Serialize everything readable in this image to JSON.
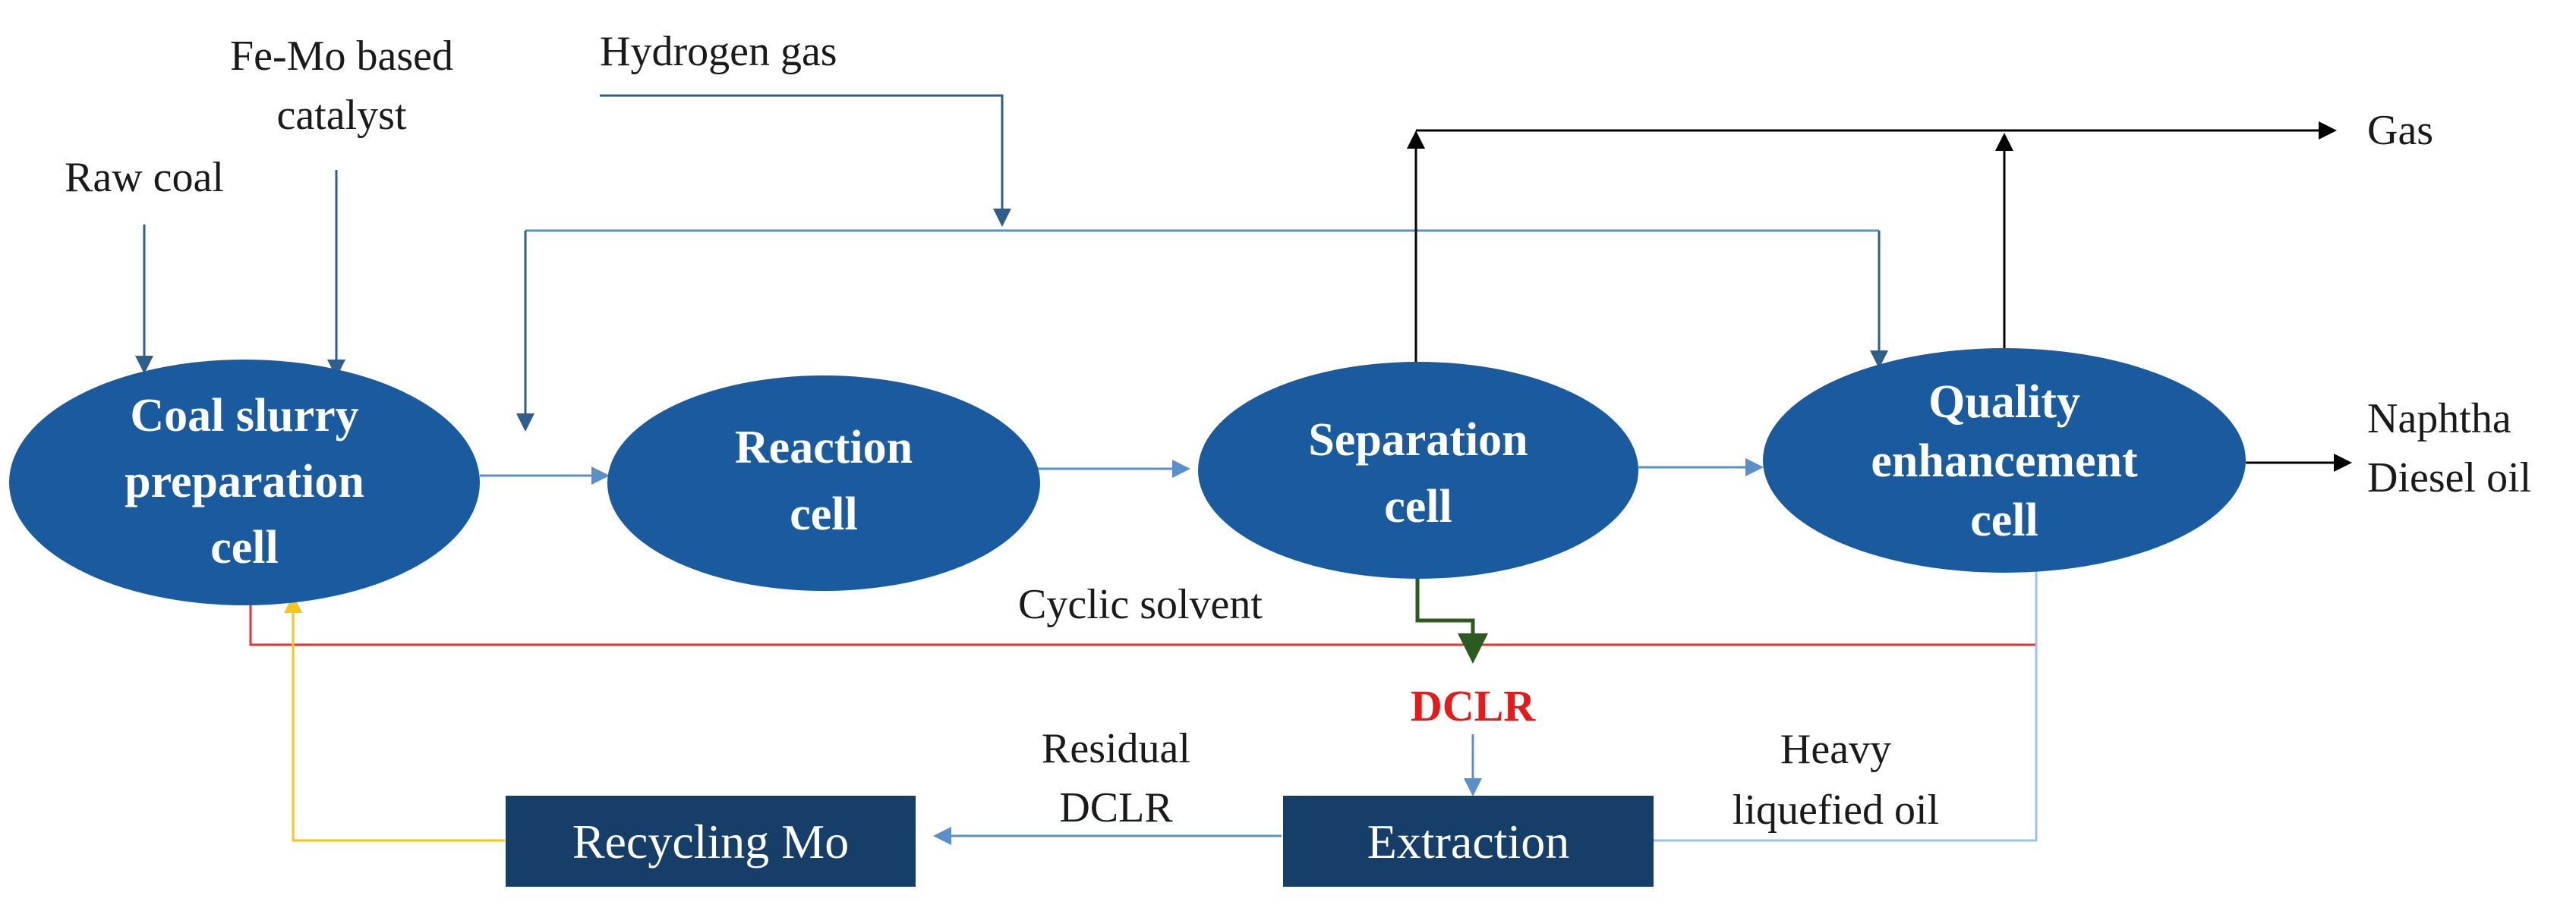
{
  "diagram": {
    "nodes": {
      "coal_slurry": {
        "lines": [
          "Coal slurry",
          "preparation",
          "cell"
        ]
      },
      "reaction": {
        "lines": [
          "Reaction",
          "cell"
        ]
      },
      "separation": {
        "lines": [
          "Separation",
          "cell"
        ]
      },
      "quality": {
        "lines": [
          "Quality",
          "enhancement",
          "cell"
        ]
      },
      "extraction": {
        "label": "Extraction"
      },
      "recycling": {
        "label": "Recycling Mo"
      }
    },
    "inputs": {
      "raw_coal": "Raw coal",
      "catalyst": [
        "Fe-Mo based",
        "catalyst"
      ],
      "hydrogen": "Hydrogen gas"
    },
    "outputs": {
      "gas": "Gas",
      "liquid": [
        "Naphtha",
        "Diesel oil"
      ]
    },
    "streams": {
      "cyclic_solvent": "Cyclic solvent",
      "dclr": "DCLR",
      "residual_dclr": [
        "Residual",
        "DCLR"
      ],
      "heavy_oil": [
        "Heavy",
        "liquefied oil"
      ]
    },
    "colors": {
      "node_fill": "#1a5a9f",
      "box_fill": "#153e68",
      "flow_blue": "#5b8fc9",
      "flow_dark_blue": "#2e5f8a",
      "flow_black": "#000000",
      "flow_red": "#e8312f",
      "flow_yellow": "#f5c518",
      "flow_green": "#2d5a1e",
      "dclr_text": "#e31b1b"
    }
  }
}
